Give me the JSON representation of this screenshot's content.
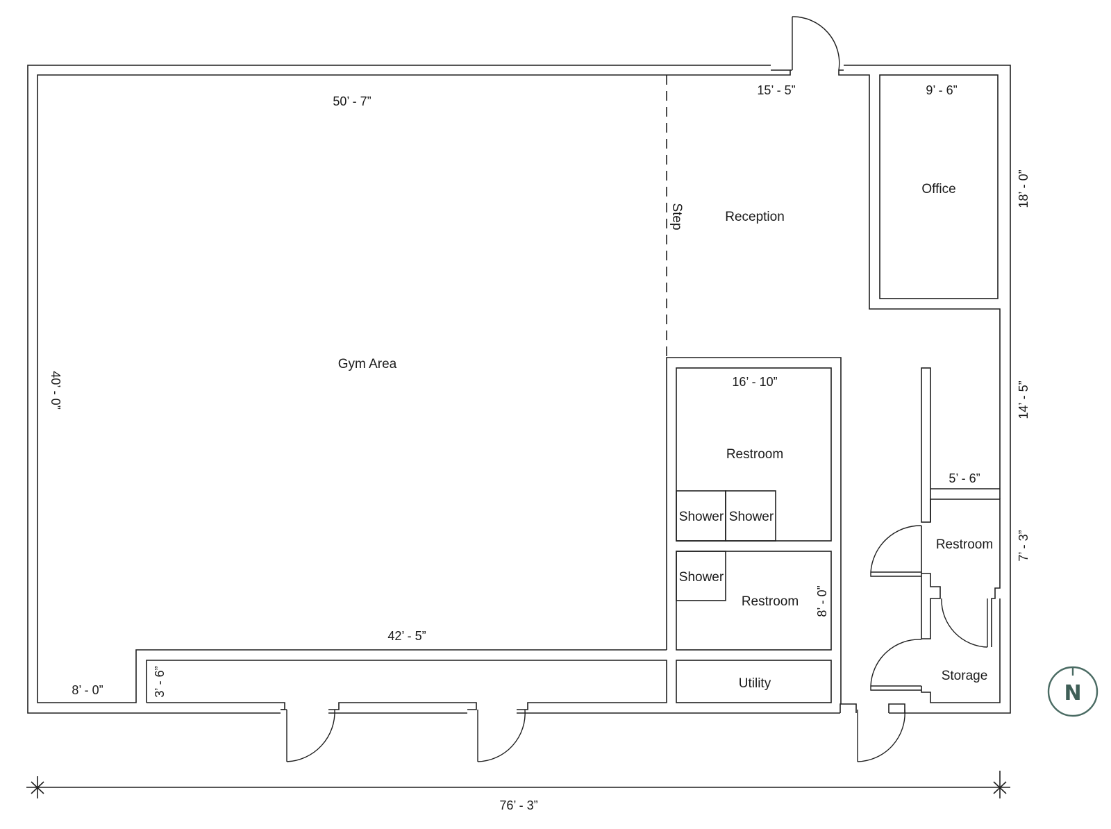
{
  "rooms": {
    "gym_area": "Gym Area",
    "reception": "Reception",
    "office": "Office",
    "restroom_main": "Restroom",
    "restroom_middle": "Restroom",
    "restroom_small": "Restroom",
    "shower_1": "Shower",
    "shower_2": "Shower",
    "shower_3": "Shower",
    "utility": "Utility",
    "storage": "Storage",
    "step": "Step"
  },
  "dimensions": {
    "gym_width": "50’ - 7”",
    "gym_depth": "40’ - 0”",
    "reception_width": "15’ - 5”",
    "office_width": "9’ - 6”",
    "east_upper": "18’ - 0”",
    "east_middle": "14’ - 5”",
    "east_lower": "7’ - 3”",
    "restroom_width": "16’ - 10”",
    "restroom_lower": "8’ - 0”",
    "hall_width": "5’ - 6”",
    "gym_south": "42’ - 5”",
    "corridor_depth": "3’ - 6”",
    "southwest_offset": "8’ - 0”",
    "overall_width": "76’ - 3”"
  },
  "compass": {
    "label": "N",
    "color": "#3f5f57"
  }
}
